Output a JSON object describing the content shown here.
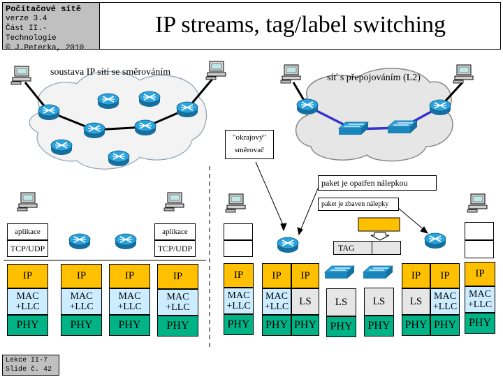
{
  "header": {
    "course": "Počítačové sítě",
    "version": "verze 3.4",
    "part": "Část II.-Technologie",
    "copyright": "© J.Peterka, 2010"
  },
  "title": "IP streams, tag/label  switching",
  "footer": {
    "lesson": "Lekce II-7",
    "slide": "Slide č. 42"
  },
  "labels": {
    "routed_network": "soustava IP sítí se směrováním",
    "switched_network": "síť s přepojováním (L2)",
    "edge_router_line1": "\"okrajový\"",
    "edge_router_line2": "směrovač",
    "label_applied": "paket je opatřen nálepkou",
    "label_removed": "paket je zbaven nálepky",
    "tag": "TAG"
  },
  "stack": {
    "app": "aplikace",
    "transport": "TCP/UDP",
    "ip": "IP",
    "mac_line1": "MAC",
    "mac_line2": "+LLC",
    "phy": "PHY",
    "ls": "LS"
  },
  "colors": {
    "ip": "#ffc000",
    "mac": "#ccecff",
    "phy": "#00b386",
    "ls": "#e6e6e6",
    "router": "#1f8fc8",
    "switch": "#1f8fc8",
    "cloud": "#e6e6e6",
    "switched_link": "#3333cc"
  },
  "icons": [
    "computer-icon",
    "router-icon",
    "switch-icon",
    "cloud-shape"
  ]
}
